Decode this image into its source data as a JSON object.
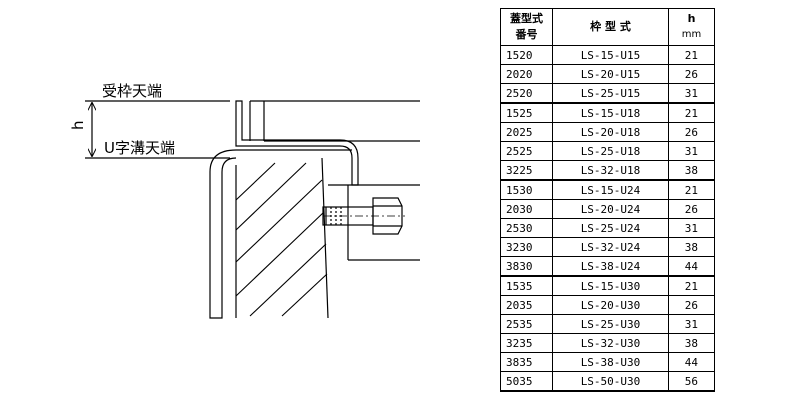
{
  "drawing": {
    "label_top": "受枠天端",
    "label_bottom": "U字溝天端",
    "dim_label": "h"
  },
  "table": {
    "headers": {
      "col1_line1": "蓋型式",
      "col1_line2": "番号",
      "col2": "枠 型 式",
      "col3_line1": "h",
      "col3_line2": "mm"
    },
    "rows": [
      {
        "num": "1520",
        "type": "LS-15-U15",
        "h": "21"
      },
      {
        "num": "2020",
        "type": "LS-20-U15",
        "h": "26"
      },
      {
        "num": "2520",
        "type": "LS-25-U15",
        "h": "31"
      },
      {
        "num": "1525",
        "type": "LS-15-U18",
        "h": "21"
      },
      {
        "num": "2025",
        "type": "LS-20-U18",
        "h": "26"
      },
      {
        "num": "2525",
        "type": "LS-25-U18",
        "h": "31"
      },
      {
        "num": "3225",
        "type": "LS-32-U18",
        "h": "38"
      },
      {
        "num": "1530",
        "type": "LS-15-U24",
        "h": "21"
      },
      {
        "num": "2030",
        "type": "LS-20-U24",
        "h": "26"
      },
      {
        "num": "2530",
        "type": "LS-25-U24",
        "h": "31"
      },
      {
        "num": "3230",
        "type": "LS-32-U24",
        "h": "38"
      },
      {
        "num": "3830",
        "type": "LS-38-U24",
        "h": "44"
      },
      {
        "num": "1535",
        "type": "LS-15-U30",
        "h": "21"
      },
      {
        "num": "2035",
        "type": "LS-20-U30",
        "h": "26"
      },
      {
        "num": "2535",
        "type": "LS-25-U30",
        "h": "31"
      },
      {
        "num": "3235",
        "type": "LS-32-U30",
        "h": "38"
      },
      {
        "num": "3835",
        "type": "LS-38-U30",
        "h": "44"
      },
      {
        "num": "5035",
        "type": "LS-50-U30",
        "h": "56"
      }
    ]
  }
}
